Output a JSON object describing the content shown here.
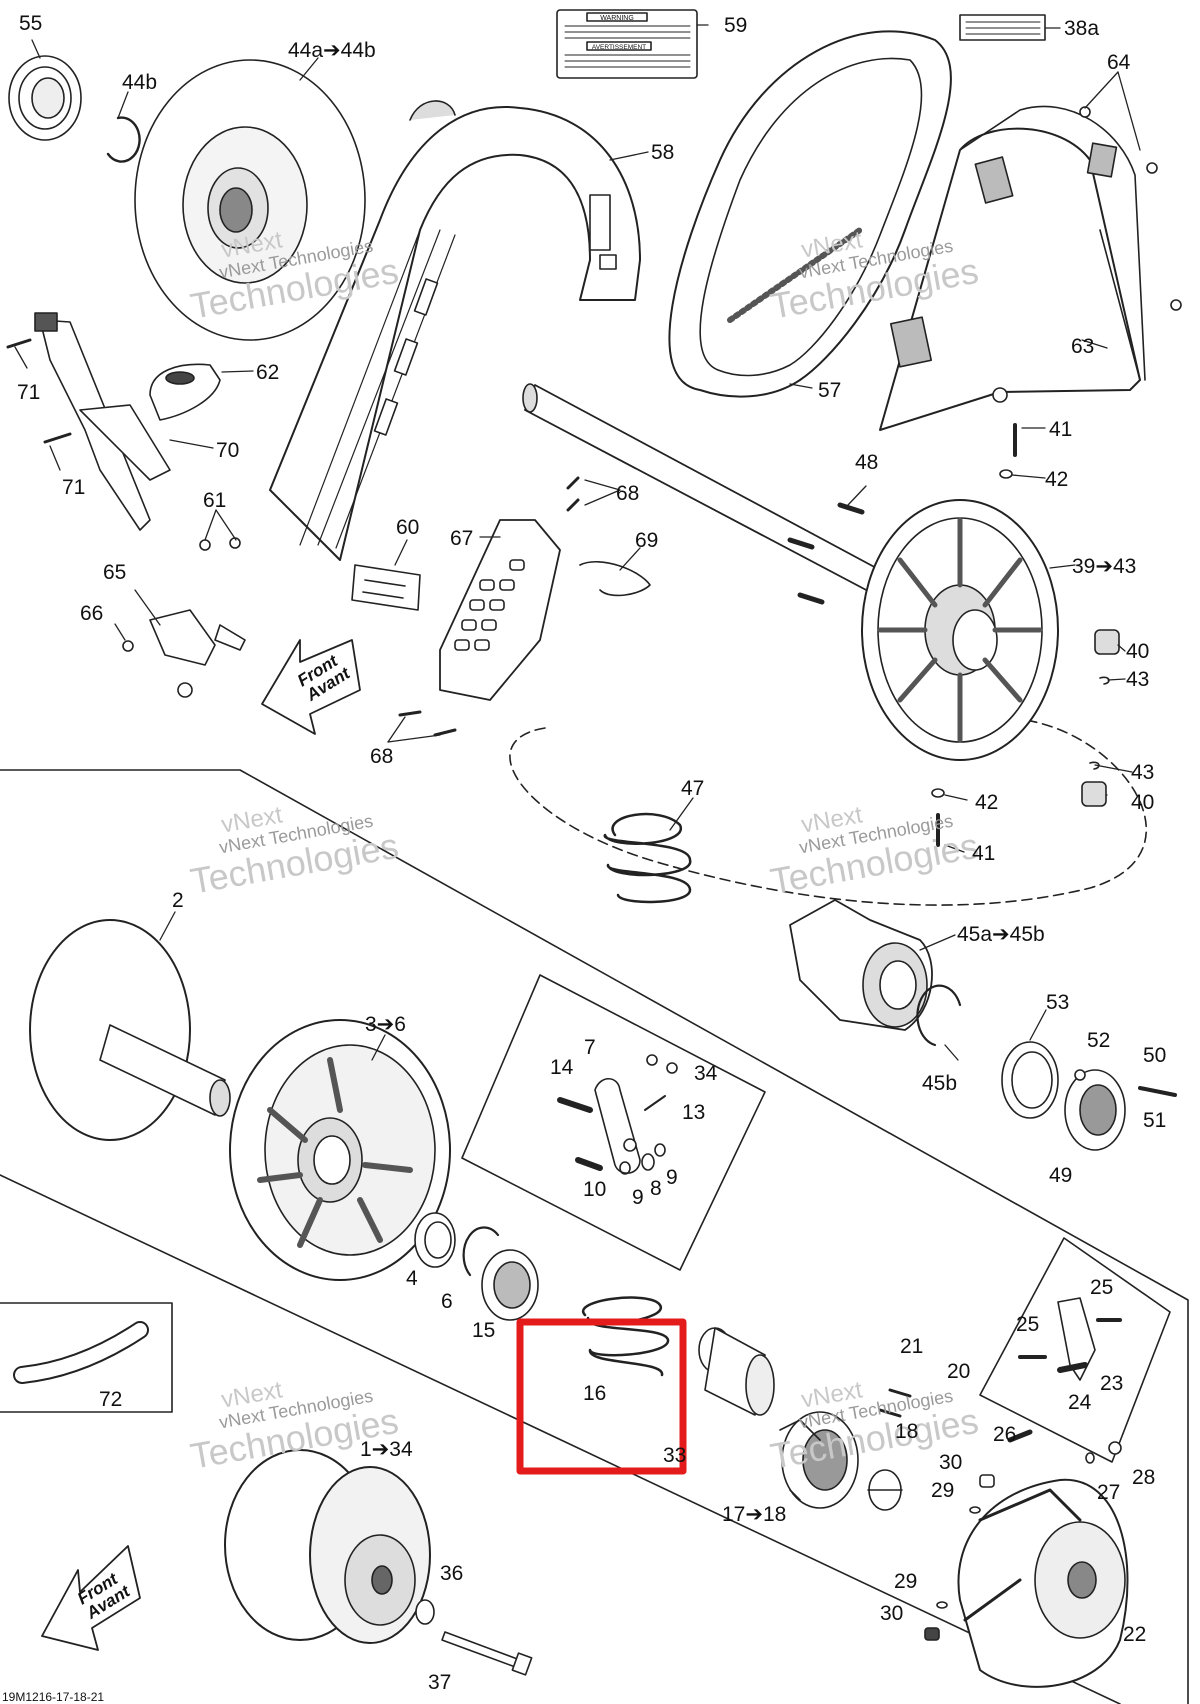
{
  "diagram": {
    "plate_id": "19M1216-17-18-21",
    "watermark": {
      "line1": "vNext",
      "line2": "vNext Technologies",
      "line3": "Technologies"
    },
    "warning_decal": {
      "heading": "WARNING",
      "heading2": "AVERTISSEMENT"
    },
    "front_arrow": {
      "line1": "Front",
      "line2": "Avant"
    },
    "highlight_color": "#e31b1b",
    "highlighted_part": "16",
    "labels": {
      "p55": "55",
      "p44a": "44a➔44b",
      "p44b": "44b",
      "p59": "59",
      "p38a": "38a",
      "p64": "64",
      "p58": "58",
      "p62": "62",
      "p71a": "71",
      "p70": "70",
      "p71b": "71",
      "p57": "57",
      "p63": "63",
      "p41a": "41",
      "p42a": "42",
      "p48": "48",
      "p68a": "68",
      "p61": "61",
      "p60": "60",
      "p67": "67",
      "p69": "69",
      "p39": "39➔43",
      "p65": "65",
      "p66": "66",
      "p40a": "40",
      "p43a": "43",
      "p68b": "68",
      "p47": "47",
      "p43b": "43",
      "p42b": "42",
      "p40b": "40",
      "p41b": "41",
      "p2": "2",
      "p45a": "45a➔45b",
      "p3": "3➔6",
      "p7": "7",
      "p14": "14",
      "p34a": "34",
      "p13": "13",
      "p53": "53",
      "p52": "52",
      "p50": "50",
      "p45b": "45b",
      "p51": "51",
      "p10": "10",
      "p9a": "9",
      "p8": "8",
      "p9b": "9",
      "p49": "49",
      "p4": "4",
      "p6": "6",
      "p15": "15",
      "p25a": "25",
      "p25b": "25",
      "p16": "16",
      "p21": "21",
      "p20": "20",
      "p23": "23",
      "p24": "24",
      "p72": "72",
      "p33": "33",
      "p18": "18",
      "p1": "1➔34",
      "p26": "26",
      "p30a": "30",
      "p29a": "29",
      "p27": "27",
      "p28": "28",
      "p17": "17➔18",
      "p36": "36",
      "p29b": "29",
      "p30b": "30",
      "p22": "22",
      "p37": "37"
    }
  }
}
